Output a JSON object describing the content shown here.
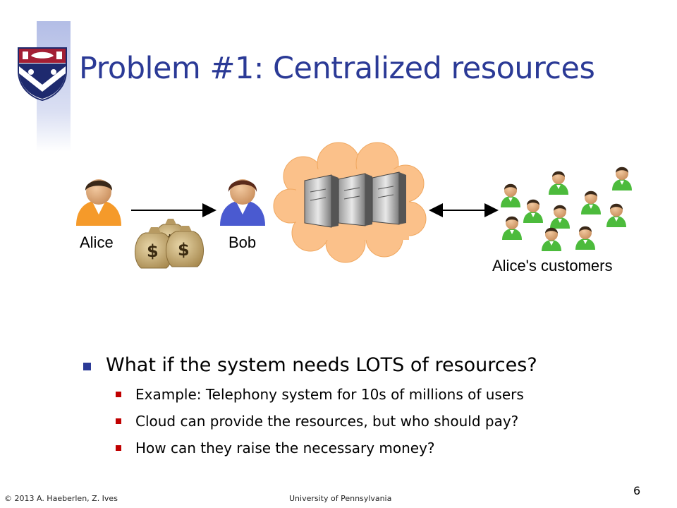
{
  "slide": {
    "title": "Problem #1: Centralized resources"
  },
  "diagram": {
    "alice_label": "Alice",
    "bob_label": "Bob",
    "customers_label": "Alice's customers"
  },
  "bullets": {
    "main": "What if the system needs LOTS of resources?",
    "sub": [
      "Example: Telephony system for 10s of millions of users",
      "Cloud can provide the resources, but who should pay?",
      "How can they raise the necessary money?"
    ]
  },
  "footer": {
    "copyright": "© 2013 A. Haeberlen, Z. Ives",
    "institution": "University of Pennsylvania",
    "page_number": "6"
  },
  "colors": {
    "title": "#2b3a96",
    "bullet_main": "#2b3a96",
    "bullet_sub": "#c00000",
    "cloud": "#fbc18a",
    "alice_shirt": "#f59a2a",
    "bob_shirt": "#4a5ad0",
    "customer_shirt": "#4cbb3c"
  },
  "icons": [
    "penn-shield-logo",
    "person-alice-icon",
    "person-bob-icon",
    "money-bags-icon",
    "cloud-servers-icon",
    "customer-icon"
  ]
}
